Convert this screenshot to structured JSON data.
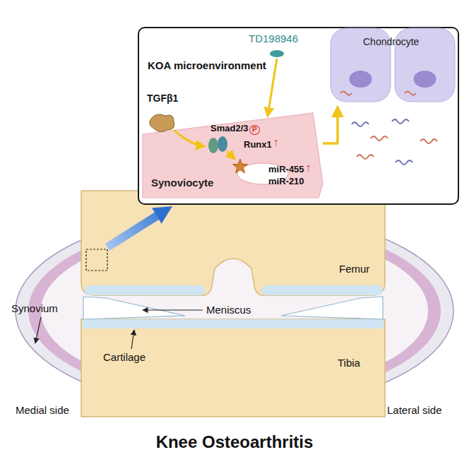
{
  "diagram": {
    "title": "Knee Osteoarthritis",
    "nodes": [
      {
        "text": [
          "KOA microenvironment"
        ]
      },
      {
        "text": [
          "Synoviocyte"
        ],
        "in": 0
      },
      {
        "text": [
          "Chondrocyte"
        ],
        "in": 0
      }
    ],
    "edges": [
      {
        "from": 1,
        "to": 2,
        "arrow": "to"
      }
    ],
    "labels": [
      "TD198946",
      "TGFβ1",
      "Smad2/3",
      "P",
      "Runx1",
      "↑",
      "miR-455",
      "↑",
      "miR-210",
      "Femur",
      "Tibia",
      "Synovium",
      "Meniscus",
      "Cartilage",
      "Medial side",
      "Lateral side"
    ]
  }
}
